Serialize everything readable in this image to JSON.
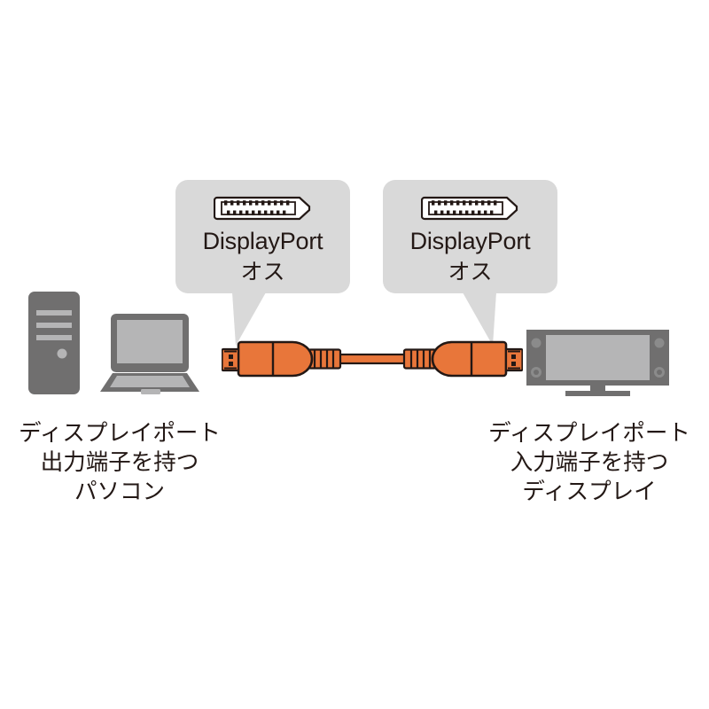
{
  "diagram": {
    "title": "DisplayPort cable connection diagram",
    "colors": {
      "cable_orange": "#e8763a",
      "outline_dark": "#231815",
      "bubble_gray": "#d9d9d9",
      "device_gray": "#706f6f",
      "device_light_gray": "#b5b5b6",
      "background": "#ffffff"
    }
  },
  "callouts": [
    {
      "icon": "displayport-connector-icon",
      "title": "DisplayPort",
      "subtitle": "オス"
    },
    {
      "icon": "displayport-connector-icon",
      "title": "DisplayPort",
      "subtitle": "オス"
    }
  ],
  "captions": {
    "left": {
      "line1": "ディスプレイポート",
      "line2": "出力端子を持つ",
      "line3": "パソコン"
    },
    "right": {
      "line1": "ディスプレイポート",
      "line2": "入力端子を持つ",
      "line3": "ディスプレイ"
    }
  },
  "devices": {
    "tower": "desktop-pc-tower",
    "laptop": "laptop-computer",
    "monitor": "display-monitor"
  },
  "cable": {
    "type": "DisplayPort cable",
    "left_connector": "displayport-male-plug",
    "right_connector": "displayport-male-plug"
  }
}
